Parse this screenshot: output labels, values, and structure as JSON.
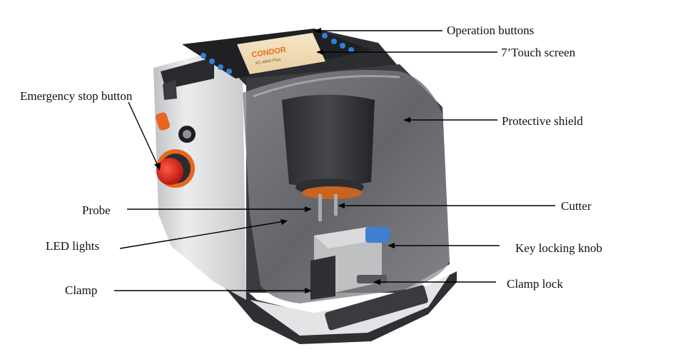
{
  "labels": {
    "operation_buttons": "Operation buttons",
    "touch_screen": "7’Touch screen",
    "emergency_stop": "Emergency stop button",
    "protective_shield": "Protective shield",
    "probe": "Probe",
    "cutter": "Cutter",
    "led_lights": "LED lights",
    "key_locking_knob": "Key locking knob",
    "clamp": "Clamp",
    "clamp_lock": "Clamp lock"
  },
  "screen": {
    "brand": "CONDOR",
    "subtitle": "XC-MINI Plus"
  },
  "colors": {
    "body_silver": "#d7d8da",
    "body_dark": "#2b2d31",
    "shield_tint": "#5f6166",
    "accent_orange": "#e8661f",
    "stop_red": "#d62a1e",
    "knob_blue": "#3f7fd0",
    "screen_orange": "#e2731c"
  }
}
